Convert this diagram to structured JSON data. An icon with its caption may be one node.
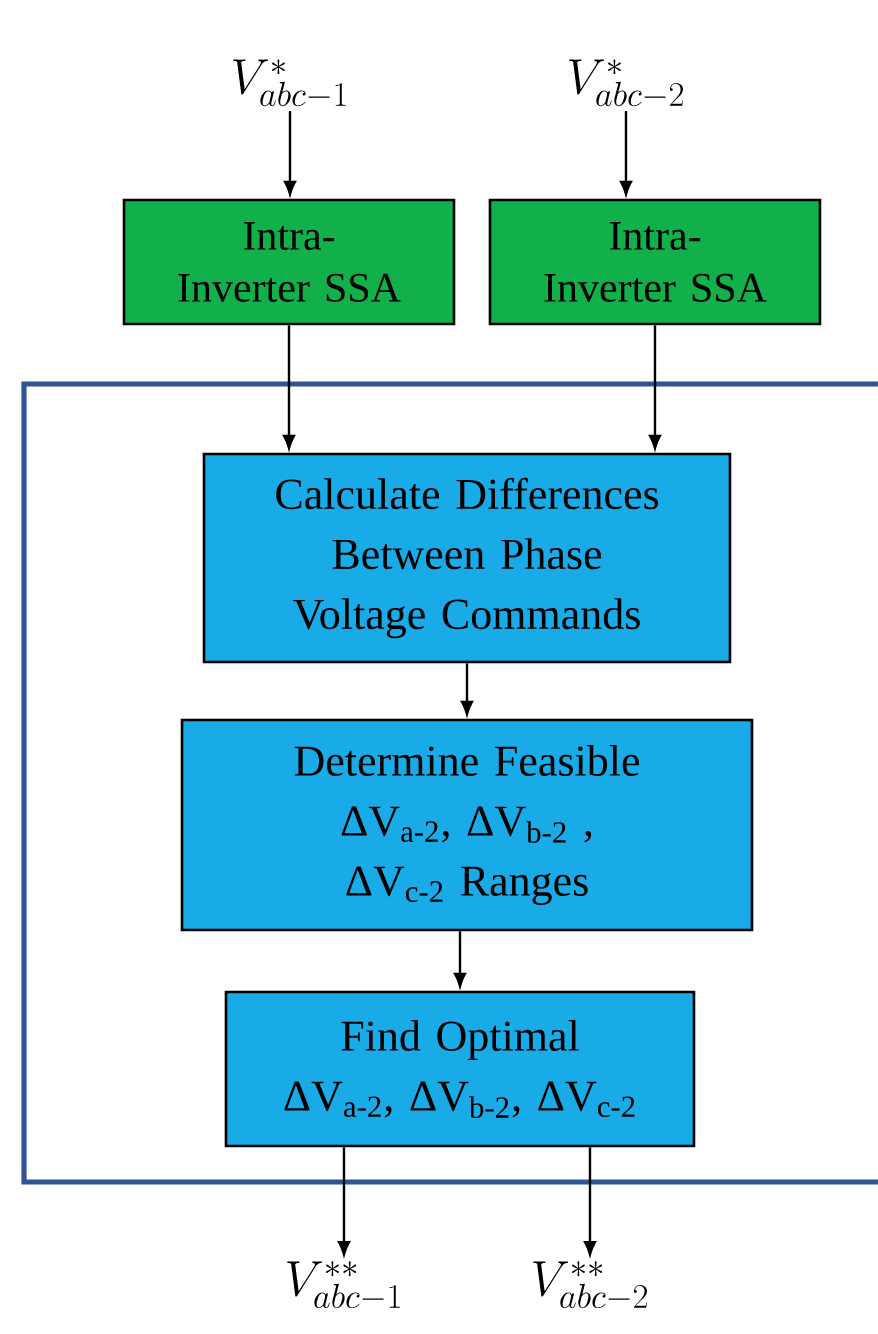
{
  "diagram": {
    "nodes": [
      {
        "text": [
          "V^{*}_{abc-1}"
        ]
      },
      {
        "text": [
          "V^{*}_{abc-2}"
        ]
      },
      {
        "text": [
          "Intra-Inverter SSA"
        ]
      },
      {
        "text": [
          "Intra-Inverter SSA"
        ]
      },
      {
        "text": [],
        "shape": "box"
      },
      {
        "text": [
          "Calculate Differences Between Phase Voltage Commands"
        ],
        "in": 4
      },
      {
        "text": [
          "Determine Feasible",
          "ΔV$_{a-2}$, ΔV$_{b-2}$ , ΔV$_{c-2}$ Ranges"
        ],
        "in": 4
      },
      {
        "text": [
          "Find Optimal",
          "ΔV$_{a-2}$, ΔV$_{b-2}$, ΔV$_{c-2}$"
        ],
        "in": 4
      },
      {
        "text": [
          "V^{**}_{abc-1}"
        ]
      },
      {
        "text": [
          "V^{**}_{abc-2}"
        ]
      }
    ],
    "edges": [
      {
        "from": 0,
        "to": 2,
        "arrow": "to"
      },
      {
        "from": 1,
        "to": 3,
        "arrow": "to"
      },
      {
        "from": 2,
        "to": 5,
        "arrow": "to"
      },
      {
        "from": 3,
        "to": 5,
        "arrow": "to"
      },
      {
        "from": 5,
        "to": 6,
        "arrow": "to"
      },
      {
        "from": 6,
        "to": 7,
        "arrow": "to"
      },
      {
        "from": 7,
        "to": 8,
        "arrow": "to"
      },
      {
        "from": 7,
        "to": 9,
        "arrow": "to"
      }
    ]
  }
}
